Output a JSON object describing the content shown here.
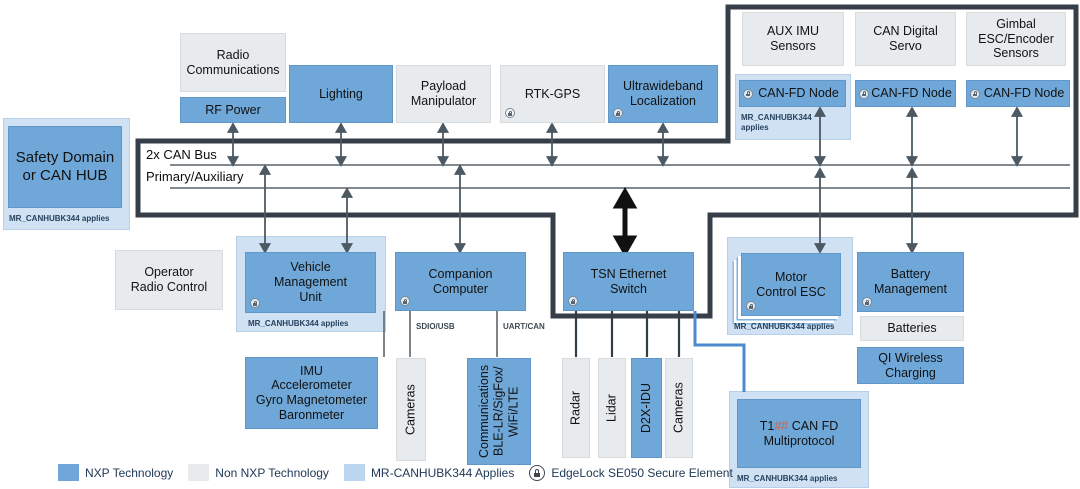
{
  "colors": {
    "nxp_blue": "#6fa8d8",
    "non_nxp_gray": "#e8ebee",
    "mr_canhubk_lightblue": "#cfe1f3",
    "outline_dark": "#363f49",
    "hash_accent": "#d85f40",
    "ethernet_link_blue": "#4b8bcd"
  },
  "bus": {
    "line1": "2x CAN Bus",
    "line2": "Primary/Auxiliary"
  },
  "boxes": {
    "safety": {
      "label": "Safety Domain\nor CAN HUB",
      "note": "MR_CANHUBK344 applies"
    },
    "radio_comms": {
      "label": "Radio\nCommunications"
    },
    "rf_power": {
      "label": "RF Power"
    },
    "lighting": {
      "label": "Lighting"
    },
    "payload": {
      "label": "Payload\nManipulator"
    },
    "rtk_gps": {
      "label": "RTK-GPS"
    },
    "uwb": {
      "label": "Ultrawideband\nLocalization"
    },
    "aux_imu": {
      "label": "AUX IMU\nSensors"
    },
    "can_servo": {
      "label": "CAN Digital\nServo"
    },
    "gimbal": {
      "label": "Gimbal\nESC/Encoder\nSensors"
    },
    "canfd1": {
      "label": "CAN-FD Node",
      "note": "MR_CANHUBK344\napplies"
    },
    "canfd2": {
      "label": "CAN-FD Node"
    },
    "canfd3": {
      "label": "CAN-FD Node"
    },
    "operator": {
      "label": "Operator\nRadio Control"
    },
    "vmu": {
      "label": "Vehicle\nManagement\nUnit",
      "note": "MR_CANHUBK344 applies"
    },
    "companion": {
      "label": "Companion\nComputer",
      "port1": "SDIO/USB",
      "port2": "UART/CAN"
    },
    "tsn": {
      "label": "TSN Ethernet\nSwitch"
    },
    "motor": {
      "label": "Motor\nControl ESC",
      "note": "MR_CANHUBK344 applies"
    },
    "battery_mgmt": {
      "label": "Battery\nManagement"
    },
    "batteries": {
      "label": "Batteries"
    },
    "qi": {
      "label": "QI Wireless\nCharging"
    },
    "imu": {
      "label": "IMU\nAccelerometer\nGyro Magnetometer\nBaronmeter"
    },
    "cameras_left": {
      "label": "Cameras"
    },
    "comms": {
      "label": "Communications\nBLE-LR/SigFox/\nWiFi/LTE"
    },
    "radar": {
      "label": "Radar"
    },
    "lidar": {
      "label": "Lidar"
    },
    "d2x": {
      "label": "D2X-IDU"
    },
    "cameras_right": {
      "label": "Cameras"
    },
    "t1": {
      "p1": "T1",
      "p2": "##",
      "p3": " CAN FD",
      "line2": "Multiprotocol",
      "note": "MR_CANHUBK344 applies"
    }
  },
  "legend": {
    "nxp": "NXP Technology",
    "non_nxp": "Non NXP Technology",
    "mr": "MR-CANHUBK344 Applies",
    "edgelock": "EdgeLock SE050 Secure Element"
  }
}
